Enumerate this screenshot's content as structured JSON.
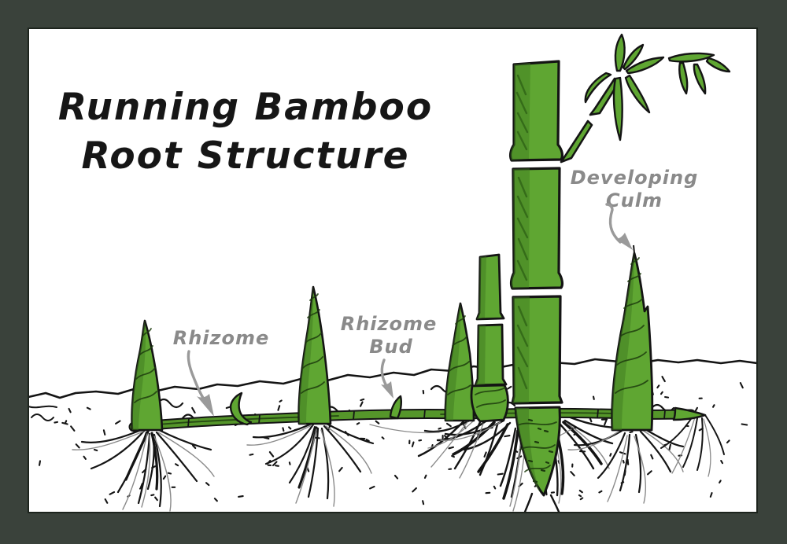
{
  "window": {
    "kind": "hand-drawn botanical diagram",
    "subject": "running bamboo root structure"
  },
  "title": {
    "line1": "Running Bamboo",
    "line2": "Root Structure"
  },
  "labels": {
    "rhizome": {
      "text": "Rhizome"
    },
    "rhizome_bud": {
      "line1": "Rhizome",
      "line2": "Bud"
    },
    "developing_culm": {
      "line1": "Developing",
      "line2": "Culm"
    }
  },
  "icons": {
    "rhizome_arrow": "curved-gray-arrow-down",
    "rhizome_bud_arrow": "curved-gray-arrow-down",
    "developing_culm_arrow": "curved-gray-arrow-down"
  },
  "colors": {
    "frame": "#3a423b",
    "canvas": "#ffffff",
    "outline": "#141414",
    "ink": "#161616",
    "bamboo_green": "#5fa632",
    "bamboo_dark": "#3f7a20",
    "rhizome_green": "#55962a",
    "label_gray": "#8a8a8a",
    "arrow_gray": "#9a9a9a",
    "root_gray": "#8a8a8a"
  }
}
